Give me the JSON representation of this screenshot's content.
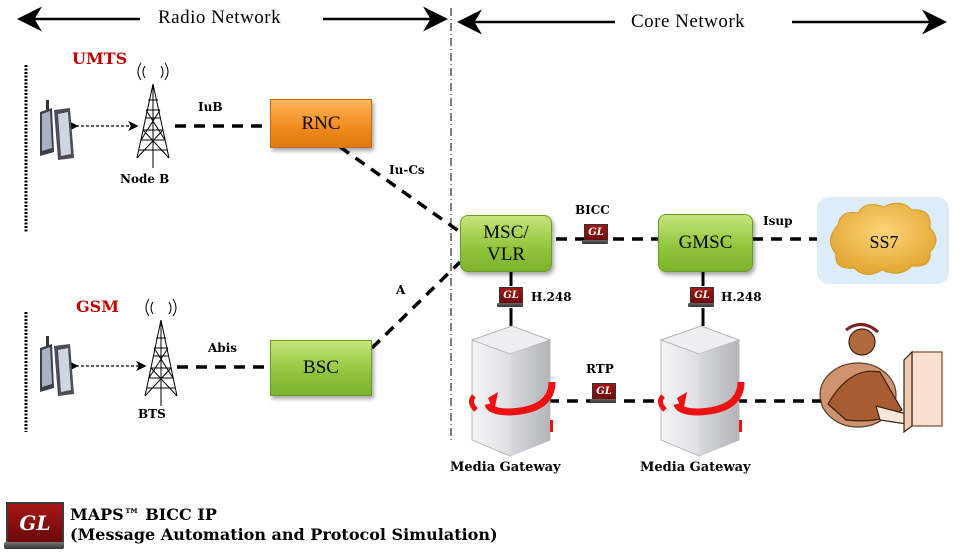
{
  "sections": {
    "radio": "Radio Network",
    "core": "Core Network"
  },
  "technologies": {
    "umts": "UMTS",
    "gsm": "GSM"
  },
  "nodes": {
    "node_b": "Node B",
    "bts": "BTS",
    "rnc": "RNC",
    "bsc": "BSC",
    "msc_vlr_line1": "MSC/",
    "msc_vlr_line2": "VLR",
    "gmsc": "GMSC",
    "ss7": "SS7",
    "media_gateway_1": "Media Gateway",
    "media_gateway_2": "Media Gateway"
  },
  "interfaces": {
    "iub": "IuB",
    "iu_cs": "Iu-Cs",
    "abis": "Abis",
    "a": "A",
    "bicc": "BICC",
    "isup": "Isup",
    "h248_1": "H.248",
    "h248_2": "H.248",
    "rtp": "RTP"
  },
  "gl_badge": "GL",
  "footer": {
    "product_line1": "MAPS™ BICC IP",
    "product_line2": "(Message Automation and Protocol Simulation)",
    "logo": "GL"
  },
  "colors": {
    "tech_label": "#c00000",
    "rnc": "#f39a2e",
    "green_node": "#8fc43a",
    "ss7_cloud": "#f0b846",
    "ss7_bg": "#dcecf8",
    "gl_red": "#8b1010"
  }
}
